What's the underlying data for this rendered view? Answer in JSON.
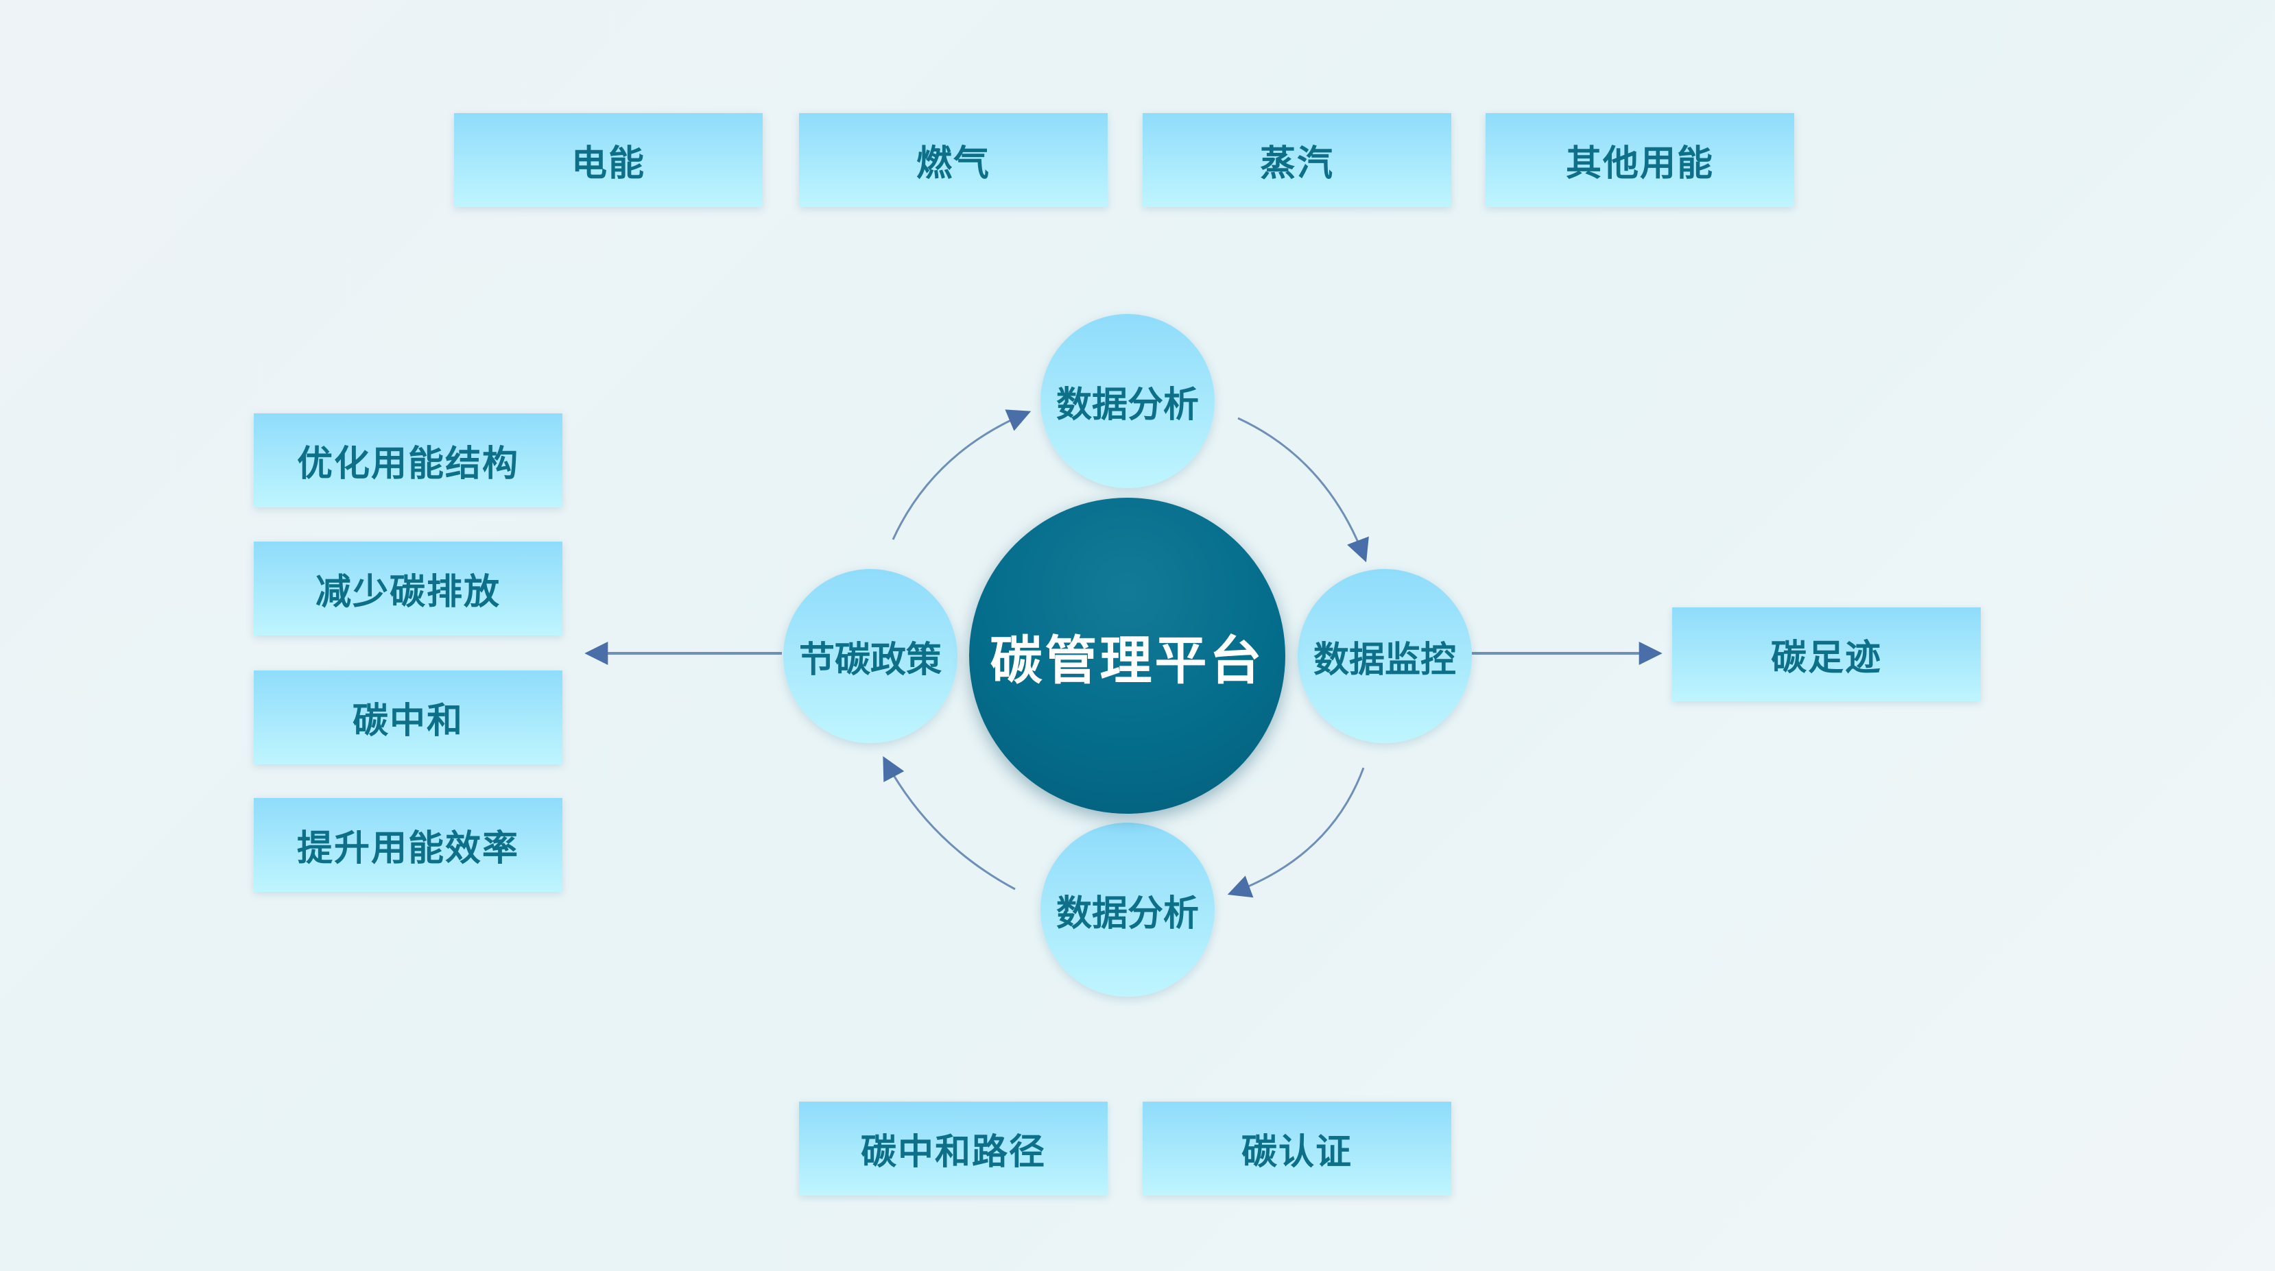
{
  "top_boxes": [
    "电能",
    "燃气",
    "蒸汽",
    "其他用能"
  ],
  "left_boxes": [
    "优化用能结构",
    "减少碳排放",
    "碳中和",
    "提升用能效率"
  ],
  "right_box": "碳足迹",
  "bottom_boxes": [
    "碳中和路径",
    "碳认证"
  ],
  "center": "碳管理平台",
  "nodes": {
    "top": "数据分析",
    "right": "数据监控",
    "bottom": "数据分析",
    "left": "节碳政策"
  },
  "colors": {
    "box_top": "#8fdcfb",
    "box_bottom": "#bff5fe",
    "text": "#0e6f89",
    "center_fill": "#046d8c",
    "arrow": "#4a6fa8"
  }
}
